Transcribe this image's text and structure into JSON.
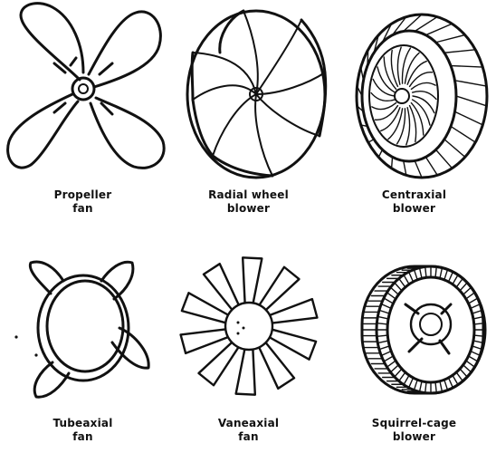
{
  "figure": {
    "fans": [
      {
        "id": "propeller",
        "line1": "Propeller",
        "line2": "fan",
        "icon": "propeller-fan-icon"
      },
      {
        "id": "radial",
        "line1": "Radial wheel",
        "line2": "blower",
        "icon": "radial-wheel-blower-icon"
      },
      {
        "id": "centraxial",
        "line1": "Centraxial",
        "line2": "blower",
        "icon": "centraxial-blower-icon"
      },
      {
        "id": "tubeaxial",
        "line1": "Tubeaxial",
        "line2": "fan",
        "icon": "tubeaxial-fan-icon"
      },
      {
        "id": "vaneaxial",
        "line1": "Vaneaxial",
        "line2": "fan",
        "icon": "vaneaxial-fan-icon"
      },
      {
        "id": "squirrel",
        "line1": "Squirrel-cage",
        "line2": "blower",
        "icon": "squirrel-cage-blower-icon"
      }
    ],
    "ink_color": "#111111",
    "background": "#ffffff"
  }
}
